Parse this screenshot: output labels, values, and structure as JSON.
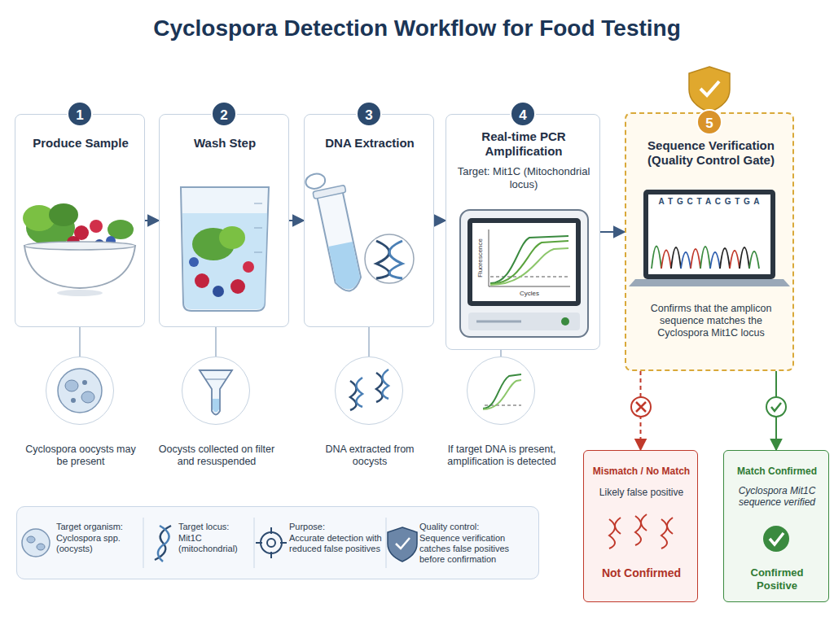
{
  "diagram": {
    "title": "Cyclospora Detection Workflow for Food Testing",
    "nodes": [
      {
        "text": [
          "Produce Sample"
        ]
      },
      {
        "text": [
          "Wash Step"
        ]
      },
      {
        "text": [
          "DNA Extraction"
        ]
      },
      {
        "text": [
          "Real-time PCR Amplification",
          "Target: Mit1C (Mitochondrial locus)"
        ]
      },
      {
        "text": [
          "Sequence Verification (Quality Control Gate)",
          "Confirms that the amplicon sequence matches the Cyclospora Mit1C locus"
        ]
      },
      {
        "text": [
          "Cyclospora oocysts may be present"
        ]
      },
      {
        "text": [
          "Oocysts collected on filter and resuspended"
        ]
      },
      {
        "text": [
          "DNA extracted from oocysts"
        ]
      },
      {
        "text": [
          "If target DNA is present, amplification is detected"
        ]
      },
      {
        "text": [
          "Mismatch / No Match",
          "Likely false positive",
          "Not Confirmed"
        ]
      },
      {
        "text": [
          "Match Confirmed",
          "Cyclospora Mit1C sequence verified",
          "Confirmed Positive"
        ]
      },
      {
        "text": []
      },
      {
        "text": [
          "Target organism:",
          "Cyclospora spp. (oocysts)"
        ],
        "in": 11
      },
      {
        "text": [
          "Target locus:",
          "Mit1C (mitochondrial)"
        ],
        "in": 11
      },
      {
        "text": [
          "Purpose:",
          "Accurate detection with reduced false positives"
        ],
        "in": 11
      },
      {
        "text": [
          "Quality control:",
          "Sequence verification catches false positives before confirmation"
        ],
        "in": 11
      }
    ],
    "edges": [
      {
        "from": 0,
        "to": 1,
        "arrow": "to"
      },
      {
        "from": 1,
        "to": 2,
        "arrow": "to"
      },
      {
        "from": 2,
        "to": 3,
        "arrow": "to"
      },
      {
        "from": 3,
        "to": 4,
        "arrow": "to"
      },
      {
        "from": 0,
        "to": 5,
        "arrow": "none"
      },
      {
        "from": 1,
        "to": 6,
        "arrow": "none"
      },
      {
        "from": 2,
        "to": 7,
        "arrow": "none"
      },
      {
        "from": 3,
        "to": 8,
        "arrow": "none"
      },
      {
        "from": 4,
        "to": 9,
        "arrow": "to"
      },
      {
        "from": 4,
        "to": 10,
        "arrow": "to"
      }
    ],
    "labels": [
      "1",
      "2",
      "3",
      "4",
      "5",
      "Fluorescence",
      "Cycles",
      "A T G C T A C G T G A"
    ]
  }
}
